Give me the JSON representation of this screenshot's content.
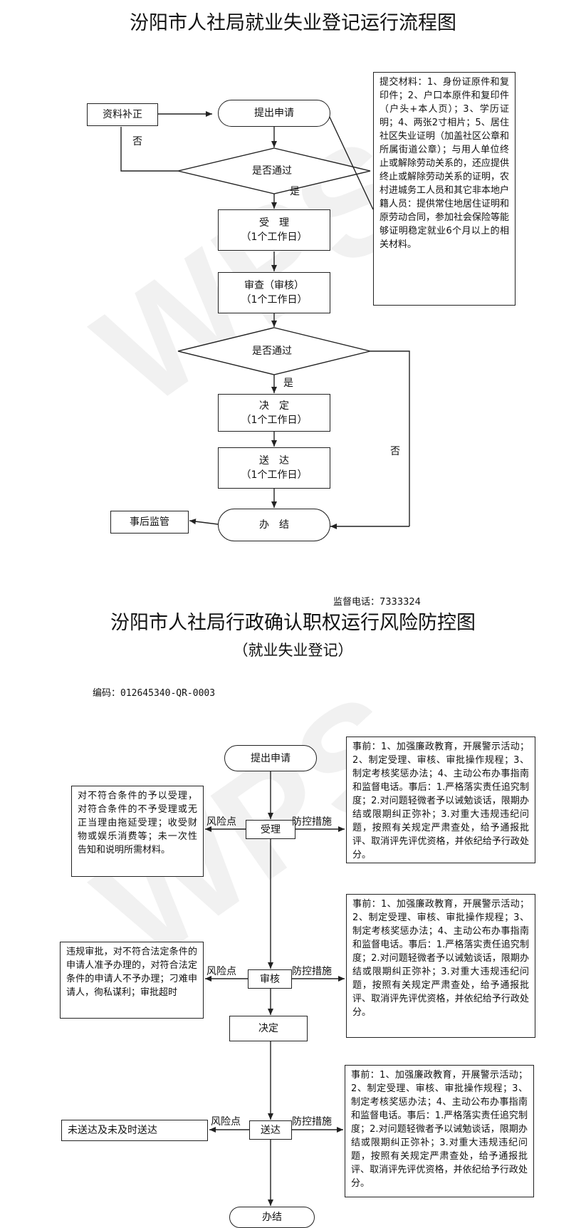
{
  "flow1": {
    "title": "汾阳市人社局就业失业登记运行流程图",
    "supplement": "资料补正",
    "apply": "提出申请",
    "check1": "是否通过",
    "no1": "否",
    "yes1": "是",
    "accept": "受　理",
    "accept_days": "（1个工作日）",
    "review": "审查（审核）",
    "review_days": "（1个工作日）",
    "check2": "是否通过",
    "yes2": "是",
    "no2": "否",
    "decide": "决　定",
    "decide_days": "（1个工作日）",
    "deliver": "送　达",
    "deliver_days": "（1个工作日）",
    "supervise": "事后监管",
    "finish": "办　结",
    "materials": "提交材料：1、身份证原件和复印件；2、户口本原件和复印件（户头+本人页）；3、学历证明；4、两张2寸相片；5、居住社区失业证明（加盖社区公章和所属街道公章）；与用人单位终止或解除劳动关系的，还应提供终止或解除劳动关系的证明，农村进城务工人员和其它非本地户籍人员：提供常住地居住证明和原劳动合同，参加社会保险等能够证明稳定就业6个月以上的相关材料。"
  },
  "flow2": {
    "phone": "监督电话：7333324",
    "title": "汾阳市人社局行政确认职权运行风险防控图",
    "subtitle": "（就业失业登记）",
    "code": "编码：012645340-QR-0003",
    "apply": "提出申请",
    "accept": "受理",
    "review": "审核",
    "decide": "决定",
    "deliver": "送达",
    "finish": "办结",
    "risk_label": "风险点",
    "control_label": "防控措施",
    "risk_accept": "对不符合条件的予以受理，对符合条件的不予受理或无正当理由拖延受理；收受财物或娱乐消费等；未一次性告知和说明所需材料。",
    "risk_review": "违规审批，对不符合法定条件的申请人准予办理的，对符合法定条件的申请人不予办理；刁难申请人，徇私谋利；审批超时",
    "risk_deliver": "未送达及未及时送达",
    "control_accept": "事前：1、加强廉政教育，开展警示活动；2、制定受理、审核、审批操作规程；3、制定考核奖惩办法；4、主动公布办事指南和监督电话。事后：1.严格落实责任追究制度；2.对问题轻微者予以诫勉谈话，限期办结或限期纠正弥补；3.对重大违规违纪问题，按照有关规定严肃查处，给予通报批评、取消评先评优资格，并依纪给予行政处分。",
    "control_review": "事前：1、加强廉政教育，开展警示活动；2、制定受理、审核、审批操作规程；3、制定考核奖惩办法；4、主动公布办事指南和监督电话。事后：1.严格落实责任追究制度；2.对问题轻微者予以诫勉谈话，限期办结或限期纠正弥补；3.对重大违规违纪问题，按照有关规定严肃查处，给予通报批评、取消评先评优资格，并依纪给予行政处分。",
    "control_deliver": "事前：1、加强廉政教育，开展警示活动；2、制定受理、审核、审批操作规程；3、制定考核奖惩办法；4、主动公布办事指南和监督电话。事后：1.严格落实责任追究制度；2.对问题轻微者予以诫勉谈话，限期办结或限期纠正弥补；3.对重大违规违纪问题，按照有关规定严肃查处，给予通报批评、取消评先评优资格，并依纪给予行政处分。"
  },
  "watermark": "WPS"
}
